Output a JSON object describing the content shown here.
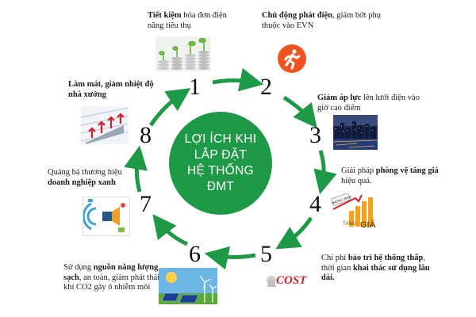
{
  "center": {
    "line1": "LỢI ÍCH KHI",
    "line2": "LẮP ĐẶT",
    "line3": "HỆ THỐNG",
    "line4": "ĐMT"
  },
  "numbers": [
    "1",
    "2",
    "3",
    "4",
    "5",
    "6",
    "7",
    "8"
  ],
  "benefits": [
    {
      "bold": "Tiết kiệm",
      "text": " hóa đơn điện năng tiêu thụ"
    },
    {
      "bold": "Chủ động phát điện",
      "text": ", giảm bớt phụ thuộc vào EVN"
    },
    {
      "bold": "Giảm áp lực",
      "text": " lên lưới điện vào giờ cao điểm"
    },
    {
      "pre": "Giải pháp ",
      "bold": "phòng vệ tăng giá",
      "text": " hiệu quả."
    },
    {
      "pre": "Chi phí ",
      "bold": "bảo trì hệ thống thấp",
      "mid": ", thời gian ",
      "bold2": "khai thác sử dụng lâu dài."
    },
    {
      "pre": "Sử dụng ",
      "bold": "nguồn năng lượng sạch",
      "text": ", an toàn, giảm phát thải khí CO2 gây ô nhiễm môi"
    },
    {
      "pre": "Quảng bá thương hiệu ",
      "bold": "doanh nghiệp xanh"
    },
    {
      "bold": "Làm mát, giảm nhiệt độ nhà xưởng"
    }
  ],
  "image_labels": {
    "stock_sign": "THÔNG BÁO",
    "stock_word1": "TĂNG",
    "stock_word2": "GIÁ",
    "cost_word": "COST"
  },
  "colors": {
    "green": "#1e9a47",
    "runner_orange": "#f0541e",
    "cost_red": "#d4202a"
  }
}
